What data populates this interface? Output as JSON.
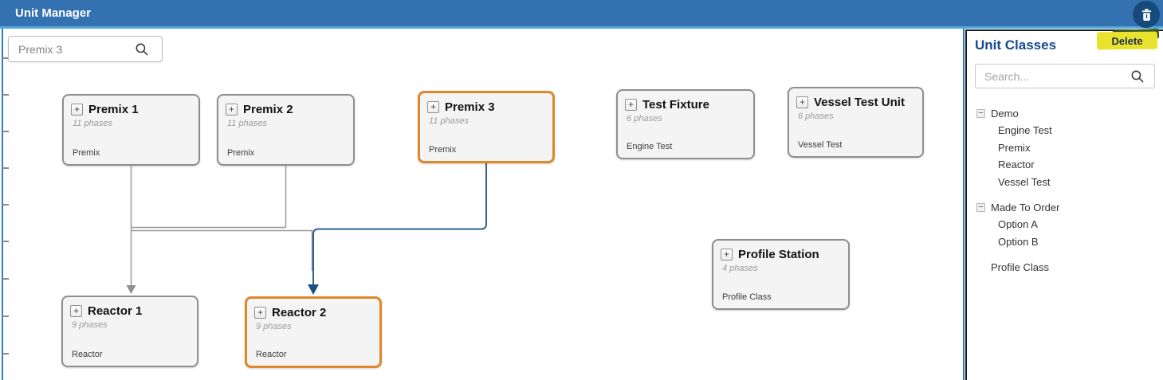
{
  "header": {
    "title": "Unit Manager",
    "delete_button_icon": "trash-icon"
  },
  "tooltip": {
    "delete_label": "Delete"
  },
  "canvas": {
    "search": {
      "value": "Premix 3"
    },
    "expand_glyph": "+",
    "units": [
      {
        "name": "Premix 1",
        "phases": "11 phases",
        "class_name": "Premix",
        "selected": false
      },
      {
        "name": "Premix 2",
        "phases": "11 phases",
        "class_name": "Premix",
        "selected": false
      },
      {
        "name": "Premix 3",
        "phases": "11 phases",
        "class_name": "Premix",
        "selected": true
      },
      {
        "name": "Test Fixture",
        "phases": "6 phases",
        "class_name": "Engine Test",
        "selected": false
      },
      {
        "name": "Vessel Test Unit",
        "phases": "6 phases",
        "class_name": "Vessel Test",
        "selected": false
      },
      {
        "name": "Profile Station",
        "phases": "4 phases",
        "class_name": "Profile Class",
        "selected": false
      },
      {
        "name": "Reactor 1",
        "phases": "9 phases",
        "class_name": "Reactor",
        "selected": false
      },
      {
        "name": "Reactor 2",
        "phases": "9 phases",
        "class_name": "Reactor",
        "selected": true
      }
    ],
    "connections": [
      {
        "from": "Premix 1",
        "to": "Reactor 1",
        "highlighted": false
      },
      {
        "from": "Premix 2",
        "to": "Reactor 1",
        "highlighted": false
      },
      {
        "from": "Premix 1",
        "to": "Reactor 2",
        "highlighted": false
      },
      {
        "from": "Premix 2",
        "to": "Reactor 2",
        "highlighted": false
      },
      {
        "from": "Premix 3",
        "to": "Reactor 2",
        "highlighted": true
      }
    ]
  },
  "sidebar": {
    "title": "Unit Classes",
    "search": {
      "placeholder": "Search..."
    },
    "collapse_glyph": "−",
    "tree": [
      {
        "label": "Demo",
        "expanded": true,
        "children": [
          "Engine Test",
          "Premix",
          "Reactor",
          "Vessel Test"
        ]
      },
      {
        "label": "Made To Order",
        "expanded": true,
        "children": [
          "Option A",
          "Option B"
        ]
      },
      {
        "label": "Profile Class",
        "children": []
      }
    ]
  },
  "colors": {
    "header_bg": "#3371b0",
    "header_accent": "#55a9da",
    "delete_button_bg": "#174a7c",
    "highlight_yellow": "#e9e32f",
    "selected_border": "#e0872c",
    "connector_gray": "#999999",
    "connector_blue": "#2e6094",
    "sidebar_title_blue": "#17498f"
  }
}
